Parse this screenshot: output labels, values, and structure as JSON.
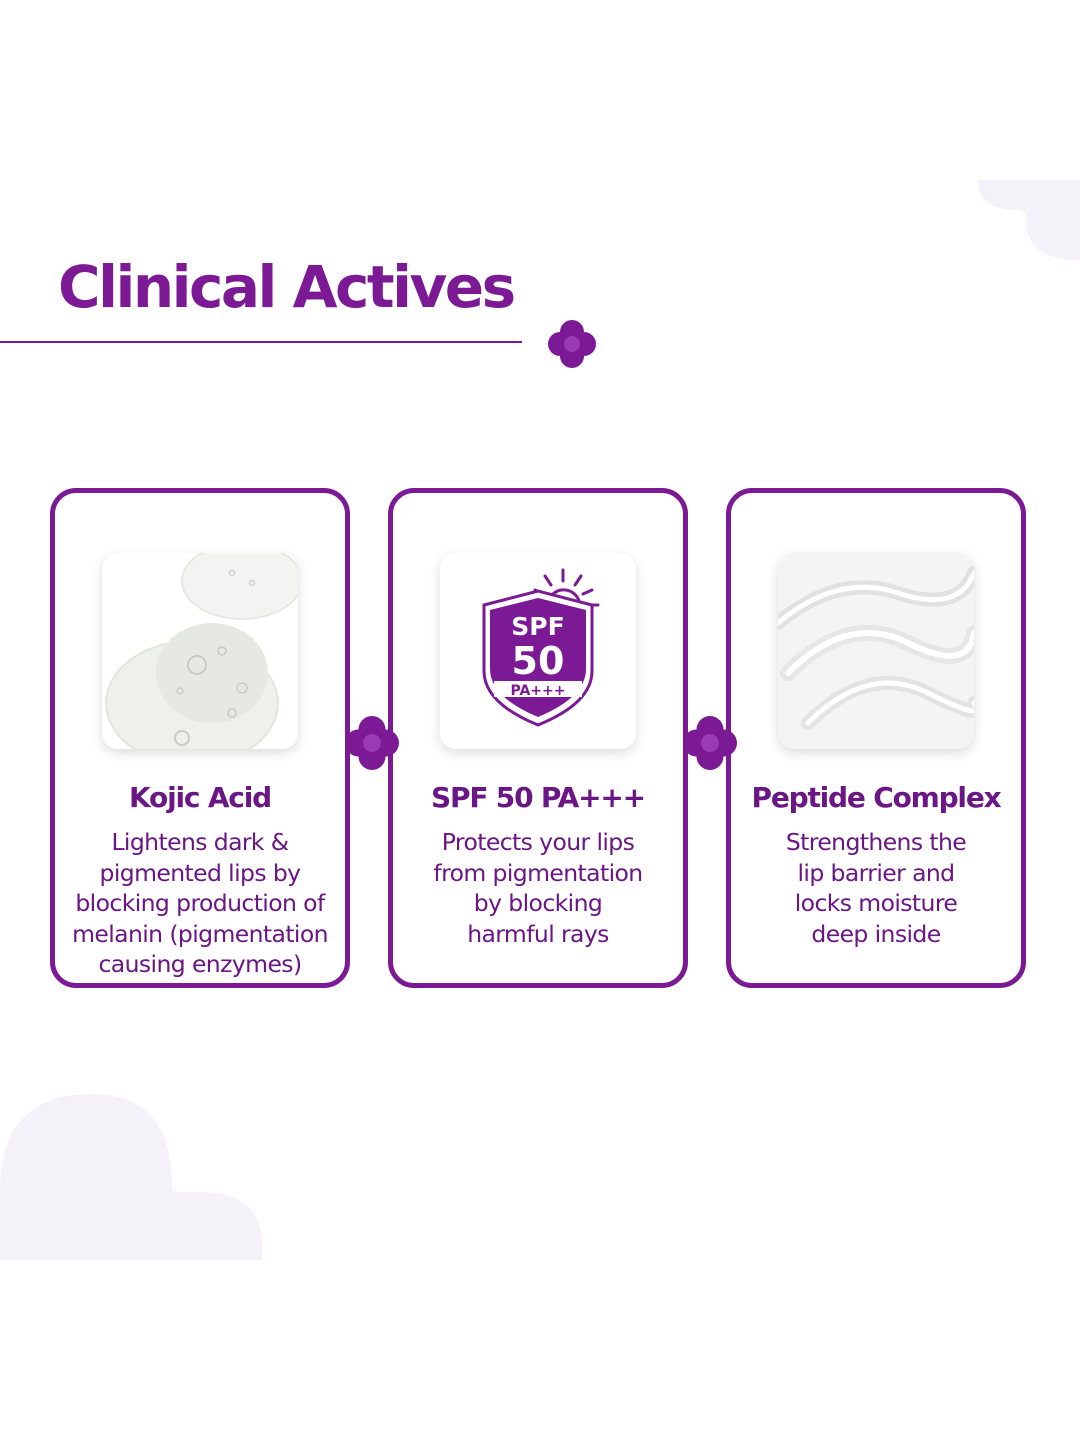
{
  "title": "Clinical Actives",
  "colors": {
    "brand_purple": "#7b1a94",
    "text_purple": "#6a1684",
    "blob": "#f5f1f9"
  },
  "cards": [
    {
      "image_icon": "gel-droplets-image",
      "title": "Kojic Acid",
      "description_lines": [
        "Lightens dark &",
        "pigmented lips by",
        "blocking production of",
        "melanin (pigmentation",
        "causing enzymes)"
      ]
    },
    {
      "image_icon": "spf-shield-icon",
      "title": "SPF 50 PA+++",
      "badge": {
        "spf": "SPF",
        "number": "50",
        "pa": "PA+++"
      },
      "description_lines": [
        "Protects your lips",
        "from pigmentation",
        "by blocking",
        "harmful rays"
      ]
    },
    {
      "image_icon": "cream-texture-image",
      "title": "Peptide Complex",
      "description_lines": [
        "Strengthens the",
        "lip barrier and",
        "locks moisture",
        "deep inside"
      ]
    }
  ]
}
